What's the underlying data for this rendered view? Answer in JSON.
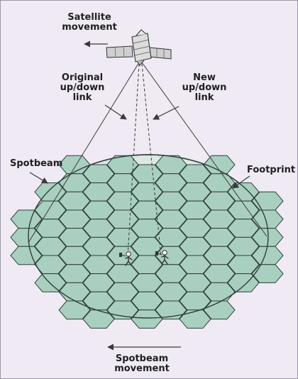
{
  "labels": {
    "satellite_movement": [
      "Satellite",
      "movement"
    ],
    "original_link": [
      "Original",
      "up/down",
      "link"
    ],
    "new_link": [
      "New",
      "up/down",
      "link"
    ],
    "spotbeam": "Spotbeam",
    "footprint": "Footprint",
    "spotbeam_movement": [
      "Spotbeam",
      "movement"
    ]
  },
  "colors": {
    "background": "#efeaf3",
    "cell_fill": "#a9cfc0",
    "cell_stroke": "#2e3f39",
    "footprint_fill": "#dce8e3",
    "line": "#3a3a3a"
  },
  "icons": [
    "satellite-icon",
    "user-terminal-icon",
    "arrow-left-icon"
  ]
}
